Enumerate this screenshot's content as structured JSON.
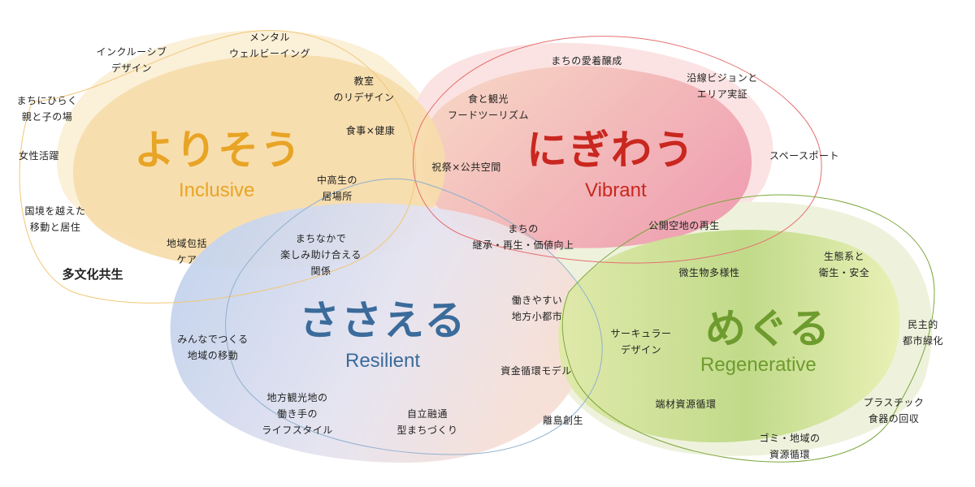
{
  "colors": {
    "inclusive": "#e8a425",
    "vibrant": "#c9271f",
    "resilient": "#3a6b9b",
    "regenerative": "#6e9b2e",
    "keyword_text": "#222222"
  },
  "themes": {
    "inclusive": {
      "title": "よりそう",
      "subtitle": "Inclusive"
    },
    "vibrant": {
      "title": "にぎわう",
      "subtitle": "Vibrant"
    },
    "resilient": {
      "title": "ささえる",
      "subtitle": "Resilient"
    },
    "regenerative": {
      "title": "めぐる",
      "subtitle": "Regenerative"
    }
  },
  "keywords": [
    "インクルーシブ\nデザイン",
    "メンタル\nウェルビーイング",
    "まちにひらく\n親と子の場",
    "女性活躍",
    "国境を越えた\n移動と居住",
    "多文化共生",
    "地域包括\nケア",
    "教室\nのリデザイン",
    "食事×健康",
    "中高生の\n居場所",
    "まちなかで\n楽しみ助け合える\n関係",
    "食と観光\nフードツーリズム",
    "祝祭×公共空間",
    "まちの愛着醸成",
    "沿線ビジョンと\nエリア実証",
    "スペースポート",
    "まちの\n継承・再生・価値向上",
    "公開空地の再生",
    "働きやすい\n地方小都市",
    "みんなでつくる\n地域の移動",
    "地方観光地の\n働き手の\nライフスタイル",
    "自立融通\n型まちづくり",
    "資金循環モデル",
    "離島創生",
    "微生物多様性",
    "生態系と\n衛生・安全",
    "サーキュラー\nデザイン",
    "民主的\n都市緑化",
    "端材資源循環",
    "プラスチック\n食器の回収",
    "ゴミ・地域の\n資源循環"
  ]
}
